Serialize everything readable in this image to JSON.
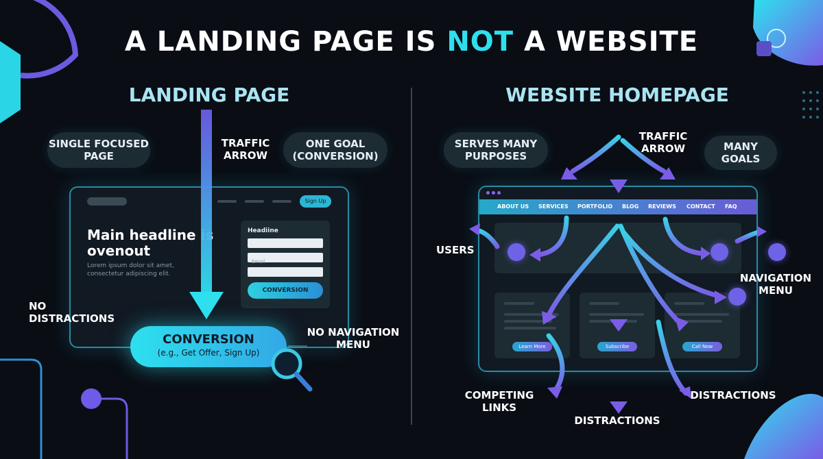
{
  "title": {
    "prefix": "A LANDING PAGE IS ",
    "accent": "NOT",
    "suffix": " A WEBSITE"
  },
  "landing": {
    "section_title": "LANDING PAGE",
    "pill_single": "SINGLE FOCUSED PAGE",
    "label_traffic": "TRAFFIC ARROW",
    "pill_goal": "ONE GOAL (CONVERSION)",
    "label_no_distractions": "NO DISTRACTIONS",
    "label_no_nav": "NO NAVIGATION MENU",
    "mock": {
      "signup": "Sign Up",
      "headline": "Main headline is ovenout",
      "body": "Lorem ipsum dolor sit amet, consectetur adipiscing elit.",
      "form_title": "Headiine",
      "email_placeholder": "Email",
      "cta": "CONVERSION"
    },
    "conversion": {
      "title": "CONVERSION",
      "subtitle": "(e.g., Get Offer, Sign Up)"
    }
  },
  "website": {
    "section_title": "WEBSITE HOMEPAGE",
    "pill_purposes": "SERVES MANY PURPOSES",
    "label_traffic": "TRAFFIC ARROW",
    "pill_goals": "MANY GOALS",
    "label_users": "USERS",
    "label_nav_menu": "NAVIGATION MENU",
    "label_competing": "COMPETING LINKS",
    "label_distractions_bottom": "DISTRACTIONS",
    "label_distractions_right": "DISTRACTIONS",
    "nav_items": [
      "ABOUT US",
      "SERVICES",
      "PORTFOLIO",
      "BLOG",
      "REVIEWS",
      "CONTACT",
      "FAQ"
    ],
    "card_buttons": [
      "Learn More",
      "Subscribe",
      "Call Now"
    ]
  },
  "colors": {
    "accent": "#2ee0ee",
    "violet": "#6e63e6",
    "background": "#0a0d14"
  }
}
